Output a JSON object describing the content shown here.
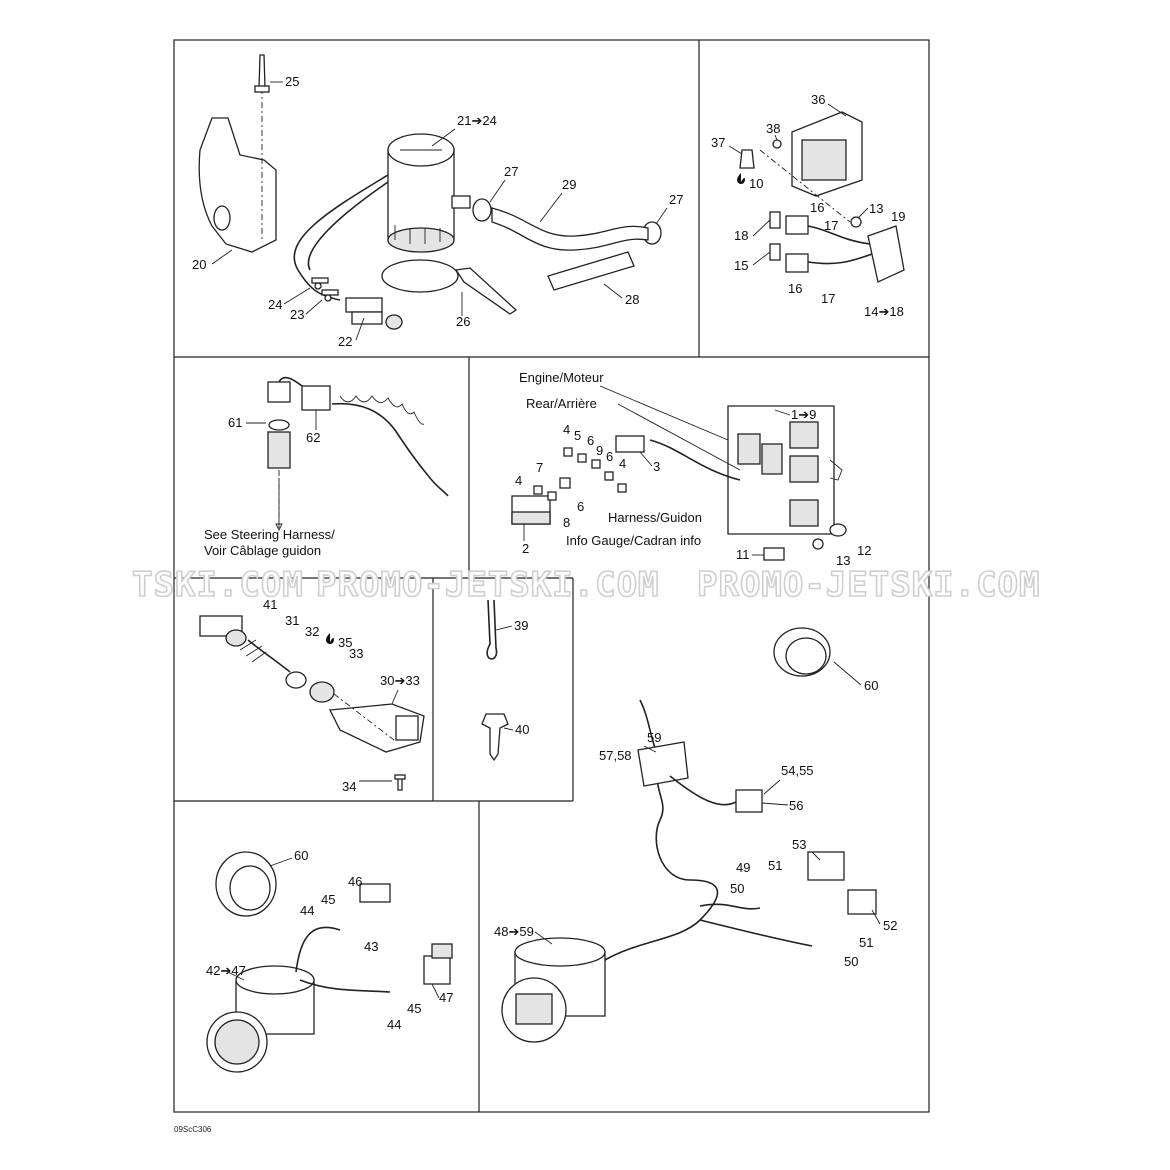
{
  "watermark": {
    "left": "TSKI.COM",
    "middle": "PROMO-JETSKI.COM",
    "right": "PROMO-JETSKI.COM"
  },
  "drawing_code": "09ScC306",
  "notes": {
    "engine": "Engine/Moteur",
    "rear": "Rear/Arrière",
    "harness": "Harness/Guidon",
    "info_gauge": "Info Gauge/Cadran info",
    "see_steering_1": "See Steering Harness/",
    "see_steering_2": "Voir Câblage guidon"
  },
  "callouts": {
    "p1": "25",
    "p2": "21➔24",
    "p3": "27",
    "p4": "29",
    "p5": "27",
    "p6": "20",
    "p7": "24",
    "p8": "23",
    "p9": "26",
    "p10": "28",
    "p11": "22",
    "p12": "36",
    "p13": "38",
    "p14": "37",
    "p15": "10",
    "p16": "16",
    "p17": "13",
    "p18": "19",
    "p19": "17",
    "p20": "18",
    "p21": "15",
    "p22": "16",
    "p23": "17",
    "p24": "14➔18",
    "p25": "61",
    "p26": "62",
    "p27": "1➔9",
    "p28": "4",
    "p29": "5",
    "p30": "6",
    "p31": "9",
    "p32": "6",
    "p33": "4",
    "p34": "3",
    "p35": "7",
    "p36": "4",
    "p37": "6",
    "p38": "8",
    "p39": "2",
    "p40": "11",
    "p41": "13",
    "p42": "12",
    "p43": "41",
    "p44": "31",
    "p45": "32",
    "p46": "35",
    "p47": "33",
    "p48": "30➔33",
    "p49": "34",
    "p50": "39",
    "p51": "40",
    "p52": "60",
    "p53": "59",
    "p54": "57,58",
    "p55": "54,55",
    "p56": "56",
    "p57": "53",
    "p58": "49",
    "p59": "51",
    "p60": "50",
    "p61": "52",
    "p62": "51",
    "p63": "50",
    "p64": "48➔59",
    "p65": "60",
    "p66": "46",
    "p67": "45",
    "p68": "44",
    "p69": "43",
    "p70": "42➔47",
    "p71": "47",
    "p72": "45",
    "p73": "44"
  }
}
